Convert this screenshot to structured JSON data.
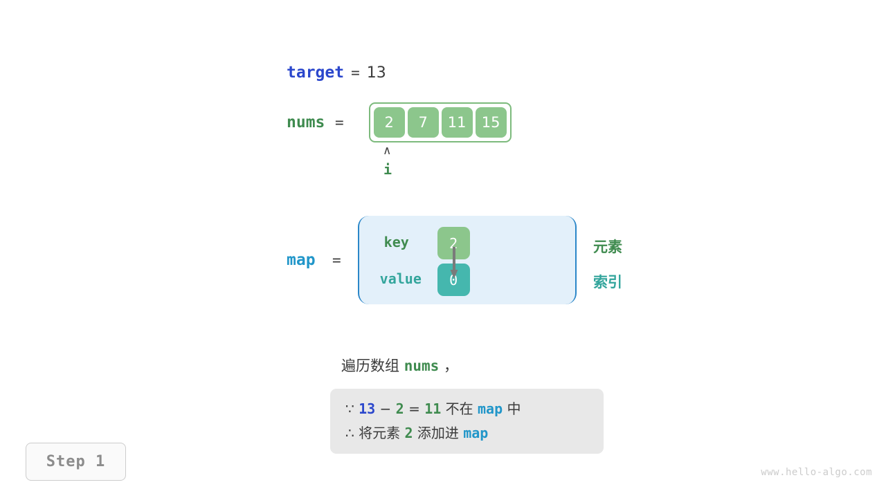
{
  "variables": {
    "target": {
      "name": "target",
      "eq": "=",
      "value": "13"
    },
    "nums": {
      "name": "nums",
      "eq": "=",
      "values": [
        "2",
        "7",
        "11",
        "15"
      ]
    },
    "map": {
      "name": "map",
      "eq": "="
    }
  },
  "pointer": {
    "caret": "∧",
    "label": "i"
  },
  "map_table": {
    "key_label": "key",
    "value_label": "value",
    "key_cell": "2",
    "value_cell": "0",
    "side_labels": {
      "element": "元素",
      "index": "索引"
    }
  },
  "description": {
    "line_prefix": "遍历数组 ",
    "line_code": "nums",
    "line_suffix": " ，"
  },
  "conclusion": {
    "line1": {
      "because": "∵",
      "a": "13",
      "minus": "−",
      "b": "2",
      "equals": "=",
      "result": "11",
      "not_in": "不在",
      "map": "map",
      "in": "中"
    },
    "line2": {
      "therefore": "∴",
      "add_elem": "将元素",
      "elem": "2",
      "add_into": "添加进",
      "map": "map"
    }
  },
  "step_badge": "Step 1",
  "watermark": "www.hello-algo.com",
  "colors": {
    "green": "#8cc68c",
    "green_text": "#3f8b4f",
    "teal": "#45b7ae",
    "teal_text": "#33a59c",
    "blue": "#2196c9",
    "dark_blue": "#2b47cc",
    "map_bg": "#e3f0fa",
    "map_border": "#2a86c8",
    "conclusion_bg": "#e8e8e8"
  }
}
